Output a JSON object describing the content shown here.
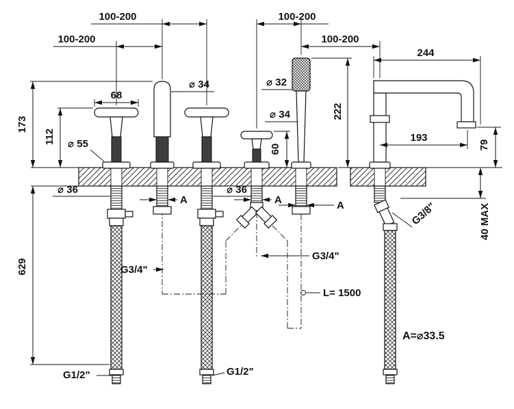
{
  "colors": {
    "line": "#111111",
    "background": "#ffffff"
  },
  "labels": {
    "span_row1_left": "100-200",
    "span_row2_left": "100-200",
    "span_row1_right": "100-200",
    "span_row2_right": "100-200",
    "spout_reach": "244",
    "handle_width": "68",
    "dia_column": "⌀ 34",
    "dia_handshower_head": "⌀ 32",
    "dia_handshower_holder": "⌀ 34",
    "handshower_height": "222",
    "column_height": "173",
    "handle_height": "112",
    "dia_handle_rosette": "⌀ 55",
    "diverter_height": "60",
    "spout_outlet_offset": "193",
    "spout_outlet_height": "79",
    "dia_shank_left": "⌀ 36",
    "dia_shank_right": "⌀ 36",
    "hole_a_column": "A",
    "hole_a_diverter": "A",
    "hole_a_handshower": "A",
    "thread_spout_inlet": "G3/8\"",
    "max_deck_thickness": "40 MAX",
    "thread_diverter_outlet": "G3/4\"",
    "thread_column_outlet": "G3/4\"",
    "hose_drop_length": "629",
    "handshower_hose_length": "L= 1500",
    "hole_diameter_note": "A=⌀33.5",
    "thread_hose_left": "G1/2\"",
    "thread_hose_right": "G1/2\""
  }
}
